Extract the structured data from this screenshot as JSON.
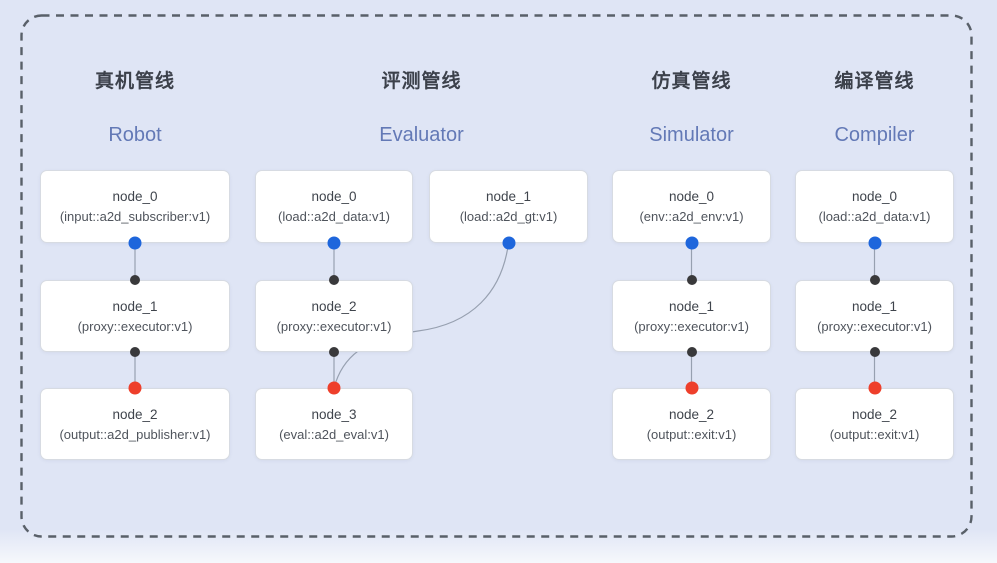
{
  "colors": {
    "bg": "#dfe5f5",
    "cn-text": "#3c414b",
    "en-text": "#6379b6",
    "box-bg": "#ffffff",
    "box-border": "#d7dbe2",
    "node-title": "#3f444c",
    "node-sub": "#4f545c",
    "port-blue": "#1e66dc",
    "port-red": "#ee3f2b",
    "port-black": "#39393b",
    "wire": "#97a0b0",
    "dashed-border": "#596069"
  },
  "pipelines": [
    {
      "title": "真机管线",
      "subtitle": "Robot",
      "nodes": [
        {
          "name": "node_0",
          "type": "(input::a2d_subscriber:v1)"
        },
        {
          "name": "node_1",
          "type": "(proxy::executor:v1)"
        },
        {
          "name": "node_2",
          "type": "(output::a2d_publisher:v1)"
        }
      ]
    },
    {
      "title": "评测管线",
      "subtitle": "Evaluator",
      "nodes": [
        {
          "name": "node_0",
          "type": "(load::a2d_data:v1)"
        },
        {
          "name": "node_1",
          "type": "(load::a2d_gt:v1)"
        },
        {
          "name": "node_2",
          "type": "(proxy::executor:v1)"
        },
        {
          "name": "node_3",
          "type": "(eval::a2d_eval:v1)"
        }
      ]
    },
    {
      "title": "仿真管线",
      "subtitle": "Simulator",
      "nodes": [
        {
          "name": "node_0",
          "type": "(env::a2d_env:v1)"
        },
        {
          "name": "node_1",
          "type": "(proxy::executor:v1)"
        },
        {
          "name": "node_2",
          "type": "(output::exit:v1)"
        }
      ]
    },
    {
      "title": "编译管线",
      "subtitle": "Compiler",
      "nodes": [
        {
          "name": "node_0",
          "type": "(load::a2d_data:v1)"
        },
        {
          "name": "node_1",
          "type": "(proxy::executor:v1)"
        },
        {
          "name": "node_2",
          "type": "(output::exit:v1)"
        }
      ]
    }
  ]
}
